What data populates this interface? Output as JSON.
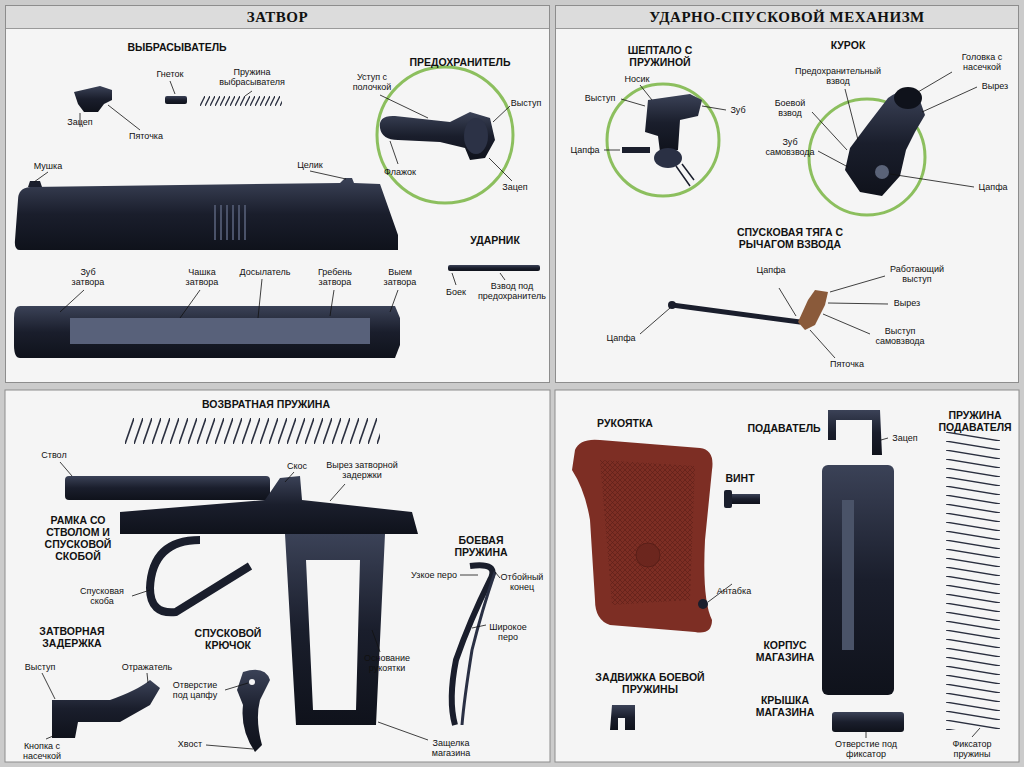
{
  "diagram": {
    "nodes": [
      {
        "text": [
          "ЗАТВОР"
        ]
      },
      {
        "text": [
          "УДАРНО-СПУСКОВОЙ МЕХАНИЗМ"
        ]
      }
    ],
    "labels": [
      "ВЫБРАСЫВАТЕЛЬ",
      "Гнеток",
      "Пружина выбрасывателя",
      "Зацеп",
      "Пяточка",
      "ПРЕДОХРАНИТЕЛЬ",
      "Уступ с полочкой",
      "Выступ",
      "Флажок",
      "Зацеп",
      "Мушка",
      "Целик",
      "УДАРНИК",
      "Боек",
      "Взвод под предохранитель",
      "Зуб затвора",
      "Чашка затвора",
      "Досылатель",
      "Гребень затвора",
      "Выем затвора",
      "ШЕПТАЛО С ПРУЖИНОЙ",
      "Носик",
      "Выступ",
      "Зуб",
      "Цапфа",
      "КУРОК",
      "Предохранительный взвод",
      "Головка с насечкой",
      "Вырез",
      "Боевой взвод",
      "Зуб самовзвода",
      "Цапфа",
      "СПУСКОВАЯ ТЯГА С РЫЧАГОМ ВЗВОДА",
      "Цапфа",
      "Работающий выступ",
      "Вырез",
      "Цапфа",
      "Выступ самовзвода",
      "Пяточка",
      "ВОЗВРАТНАЯ ПРУЖИНА",
      "Ствол",
      "Скос",
      "Вырез затворной задержки",
      "РАМКА СО СТВОЛОМ И СПУСКОВОЙ СКОБОЙ",
      "Спусковая скоба",
      "ЗАТВОРНАЯ ЗАДЕРЖКА",
      "СПУСКОВОЙ КРЮЧОК",
      "БОЕВАЯ ПРУЖИНА",
      "Узкое перо",
      "Отбойный конец",
      "Широкое перо",
      "Основание рукоятки",
      "Выступ",
      "Отражатель",
      "Отверстие под цапфу",
      "Кнопка с насечкой",
      "Хвост",
      "Защелка магазина",
      "РУКОЯТКА",
      "ПОДАВАТЕЛЬ",
      "ПРУЖИНА ПОДАВАТЕЛЯ",
      "Зацеп",
      "ВИНТ",
      "Антабка",
      "КОРПУС МАГАЗИНА",
      "ЗАДВИЖКА БОЕВОЙ ПРУЖИНЫ",
      "КРЫШКА МАГАЗИНА",
      "Отверстие под фиксатор",
      "Фиксатор пружины"
    ]
  }
}
